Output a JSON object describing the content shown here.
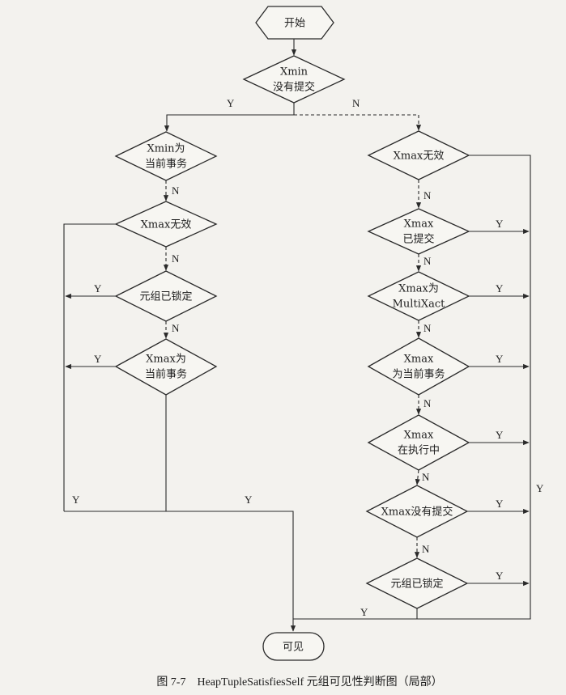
{
  "figure": {
    "caption": "图 7-7　HeapTupleSatisfiesSelf 元组可见性判断图（局部）",
    "start": "开始",
    "end": "可见",
    "decisions": {
      "xmin_not_committed": [
        "Xmin",
        "没有提交"
      ],
      "xmin_is_current": [
        "Xmin为",
        "当前事务"
      ],
      "left_xmax_invalid": "Xmax无效",
      "left_tuple_locked": "元组已锁定",
      "left_xmax_is_current": [
        "Xmax为",
        "当前事务"
      ],
      "right_xmax_invalid": "Xmax无效",
      "xmax_committed": [
        "Xmax",
        "已提交"
      ],
      "xmax_is_multixact": [
        "Xmax为",
        "MultiXact"
      ],
      "right_xmax_is_current": [
        "Xmax",
        "为当前事务"
      ],
      "xmax_in_progress": [
        "Xmax",
        "在执行中"
      ],
      "xmax_not_committed": "Xmax没有提交",
      "right_tuple_locked": "元组已锁定"
    },
    "edge_labels": {
      "yes": "Y",
      "no": "N"
    }
  }
}
